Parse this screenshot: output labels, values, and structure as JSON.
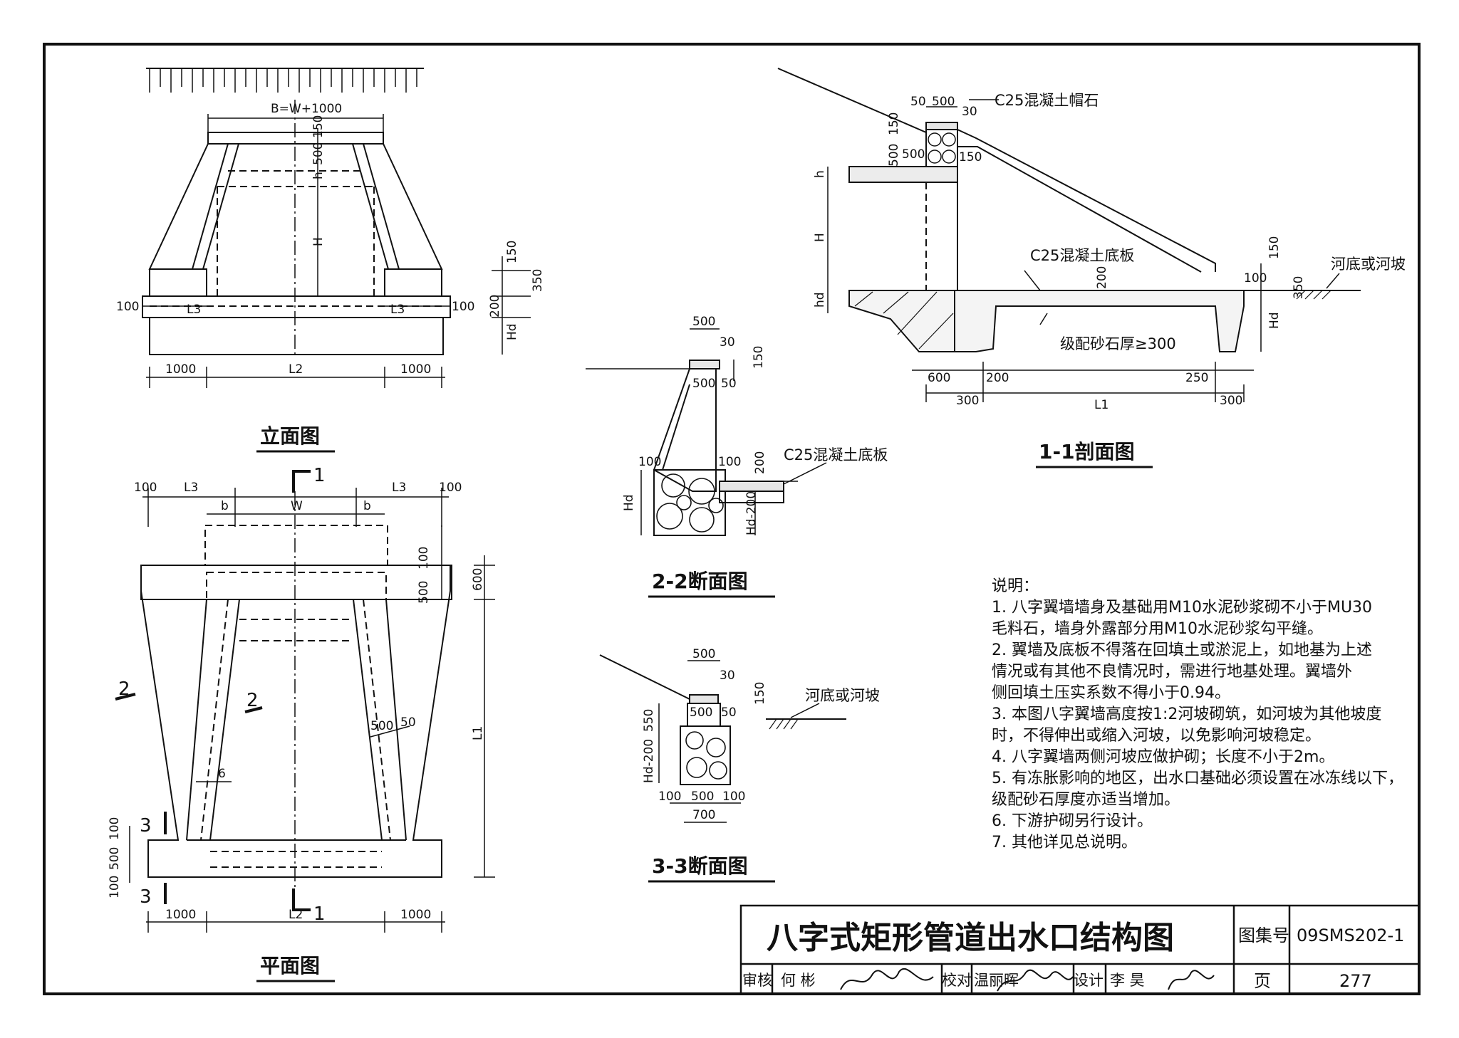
{
  "views": {
    "elevation": {
      "title": "立面图",
      "dims": {
        "b_total": "B=W+1000",
        "d150": "150",
        "d500": "500",
        "h": "h",
        "H": "H",
        "left100": "100",
        "L3": "L3",
        "right100": "100",
        "rd150": "150",
        "rd350": "350",
        "rd200": "200",
        "Hd": "Hd",
        "bot1000a": "1000",
        "L2": "L2",
        "bot1000b": "1000"
      }
    },
    "plan": {
      "title": "平面图",
      "dims": {
        "t100a": "100",
        "L3a": "L3",
        "L3b": "L3",
        "t100b": "100",
        "b1": "b",
        "b2": "b",
        "W": "W",
        "r100": "100",
        "r500": "500",
        "r600": "600",
        "L1": "L1",
        "w500": "500",
        "w50": "50",
        "slope6": "6",
        "l100a": "100",
        "l500": "500",
        "l100b": "100",
        "bot1000a": "1000",
        "L2": "L2",
        "bot1000b": "1000"
      },
      "section_marks": {
        "s1_top": "1",
        "s1_bottom": "1",
        "s2_left": "2",
        "s2_mid": "2",
        "s3_top": "3",
        "s3_bottom": "3"
      }
    },
    "section_1_1": {
      "title": "1-1剖面图",
      "labels": {
        "cap": "C25混凝土帽石",
        "slab": "C25混凝土底板",
        "gravel": "级配砂石厚≥300",
        "river": "河底或河坡"
      },
      "dims": {
        "d50": "50",
        "d500": "500",
        "d30": "30",
        "d150a": "150",
        "d500v": "500",
        "d500h": "500",
        "d150b": "150",
        "h": "h",
        "H": "H",
        "hd": "hd",
        "d200": "200",
        "d150c": "150",
        "d100": "100",
        "d350": "350",
        "Hd": "Hd",
        "b600": "600",
        "b200": "200",
        "b250": "250",
        "b300a": "300",
        "L1": "L1",
        "b300b": "300"
      }
    },
    "section_2_2": {
      "title": "2-2断面图",
      "labels": {
        "slab": "C25混凝土底板"
      },
      "dims": {
        "d500a": "500",
        "d30": "30",
        "d150": "150",
        "d500b": "500",
        "d50": "50",
        "d100a": "100",
        "d100b": "100",
        "d200": "200",
        "Hd": "Hd",
        "Hd200": "Hd-200"
      }
    },
    "section_3_3": {
      "title": "3-3断面图",
      "labels": {
        "river": "河底或河坡"
      },
      "dims": {
        "d500a": "500",
        "d30": "30",
        "d150": "150",
        "d500b": "500",
        "d50": "50",
        "d550": "550",
        "Hd200": "Hd-200",
        "b100a": "100",
        "b500": "500",
        "b100b": "100",
        "b700": "700"
      }
    }
  },
  "notes": {
    "heading": "说明：",
    "lines": [
      "1. 八字翼墙墙身及基础用M10水泥砂浆砌不小于MU30",
      "    毛料石，墙身外露部分用M10水泥砂浆勾平缝。",
      "2. 翼墙及底板不得落在回填土或淤泥上，如地基为上述",
      "    情况或有其他不良情况时，需进行地基处理。翼墙外",
      "    侧回填土压实系数不得小于0.94。",
      "3. 本图八字翼墙高度按1:2河坡砌筑，如河坡为其他坡度",
      "    时，不得伸出或缩入河坡，以免影响河坡稳定。",
      "4. 八字翼墙两侧河坡应做护砌；长度不小于2m。",
      "5. 有冻胀影响的地区，出水口基础必须设置在冰冻线以下，",
      "    级配砂石厚度亦适当增加。",
      "6. 下游护砌另行设计。",
      "7. 其他详见总说明。"
    ]
  },
  "title_block": {
    "drawing_title": "八字式矩形管道出水口结构图",
    "atlas_label": "图集号",
    "atlas_number": "09SMS202-1",
    "page_label": "页",
    "page_number": "277",
    "review_label": "审核",
    "reviewer": "何 彬",
    "check_label": "校对",
    "checker": "温丽晖",
    "design_label": "设计",
    "designer": "李 昊"
  }
}
